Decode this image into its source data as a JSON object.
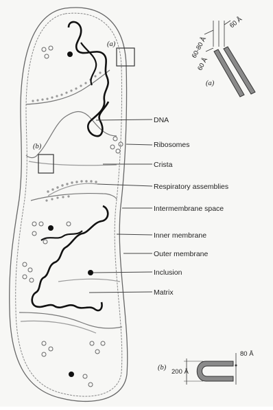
{
  "labels": {
    "dna": "DNA",
    "ribosomes": "Ribosomes",
    "crista": "Crista",
    "respiratory_assemblies": "Respiratory assemblies",
    "intermembrane_space": "Intermembrane space",
    "inner_membrane": "Inner membrane",
    "outer_membrane": "Outer membrane",
    "inclusion": "Inclusion",
    "matrix": "Matrix"
  },
  "panels": {
    "a_marker": "(a)",
    "b_marker": "(b)",
    "a_caption": "(a)",
    "b_caption": "(b)"
  },
  "dimensions": {
    "a_gap": "60-80 Å",
    "a_outer": "60 Å",
    "a_inner": "60 Å",
    "b_total": "200 Å",
    "b_wall": "80 Å"
  }
}
